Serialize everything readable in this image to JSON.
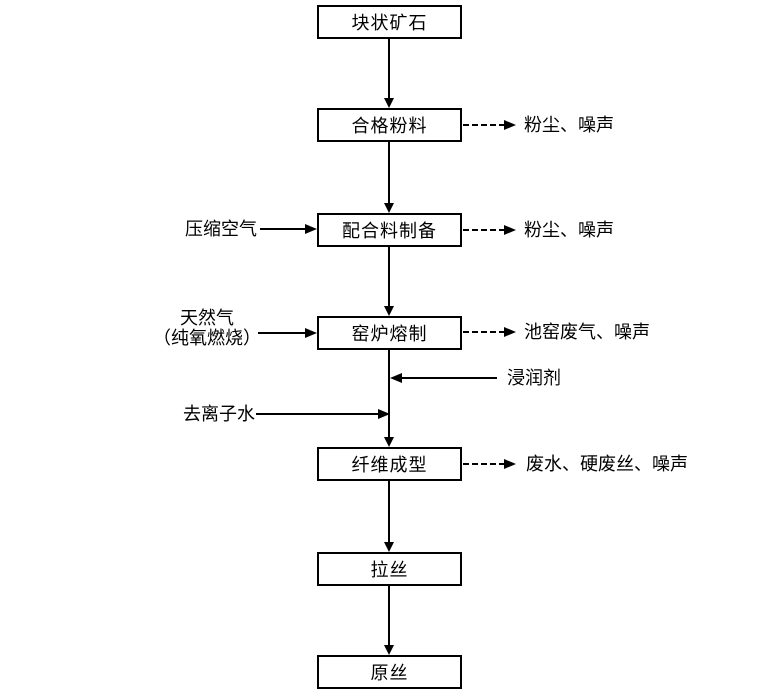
{
  "colors": {
    "background": "#ffffff",
    "line": "#000000",
    "box_border": "#000000",
    "box_fill": "#ffffff",
    "text": "#000000"
  },
  "flowchart": {
    "description": "Glass fiber production process flow with inputs and emission outputs",
    "nodes": [
      {
        "label": "块状矿石"
      },
      {
        "label": "合格粉料"
      },
      {
        "label": "配合料制备"
      },
      {
        "label": "窑炉熔制"
      },
      {
        "label": "纤维成型"
      },
      {
        "label": "拉丝"
      },
      {
        "label": "原丝"
      }
    ],
    "inputs": [
      {
        "label": "压缩空气",
        "target": "配合料制备",
        "side": "left"
      },
      {
        "label_line1": "天然气",
        "label_line2": "（纯氧燃烧）",
        "target": "窑炉熔制",
        "side": "left"
      },
      {
        "label": "浸润剂",
        "target": "纤维成型",
        "side": "right"
      },
      {
        "label": "去离子水",
        "target": "纤维成型",
        "side": "left"
      }
    ],
    "emissions": [
      {
        "label": "粉尘、噪声",
        "source": "合格粉料"
      },
      {
        "label": "粉尘、噪声",
        "source": "配合料制备"
      },
      {
        "label": "池窑废气、噪声",
        "source": "窑炉熔制"
      },
      {
        "label": "废水、硬废丝、噪声",
        "source": "纤维成型"
      }
    ]
  }
}
